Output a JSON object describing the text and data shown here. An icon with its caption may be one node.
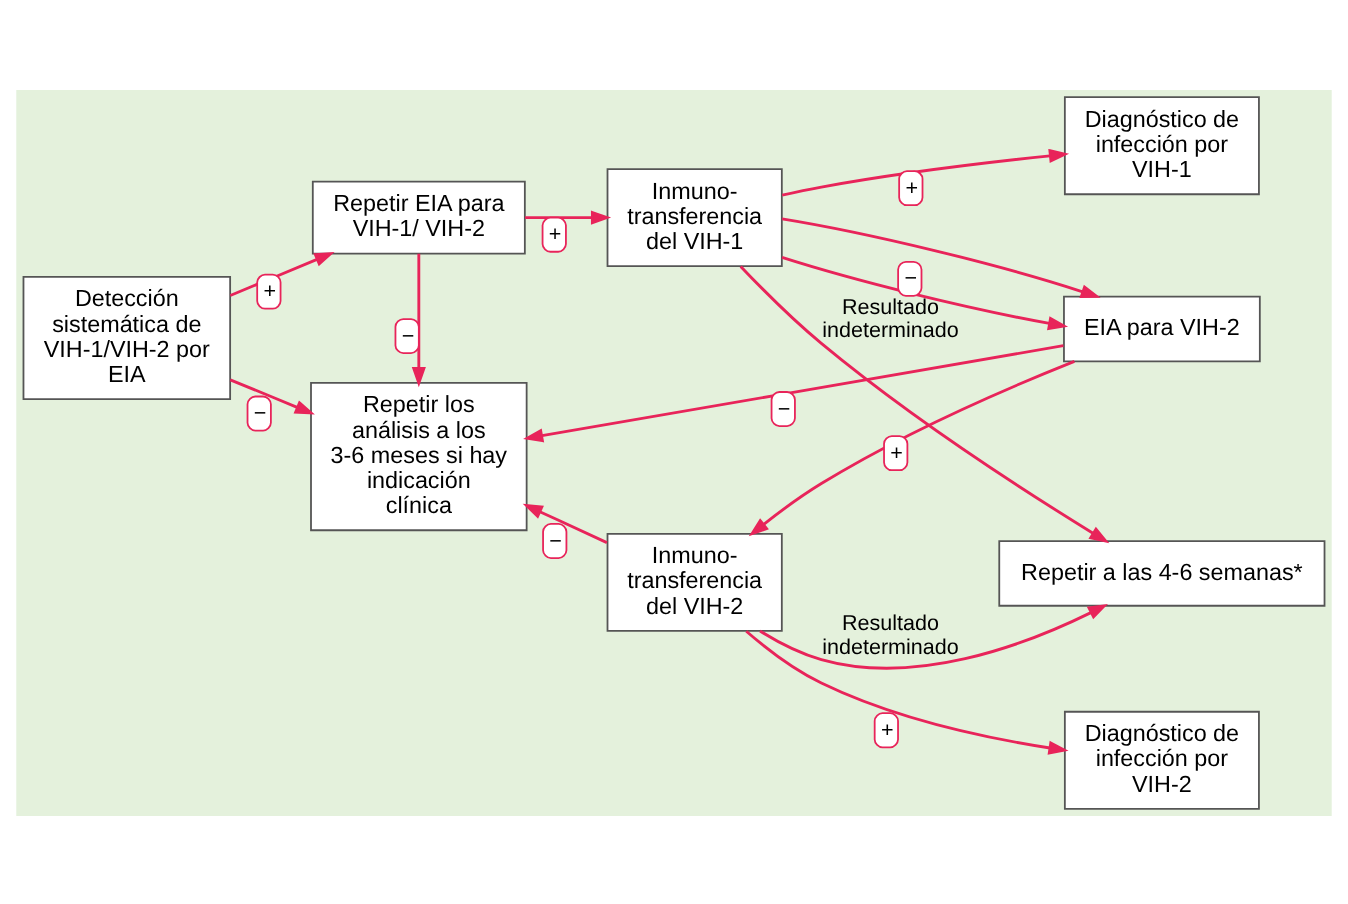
{
  "diagram": {
    "nodes": [
      {
        "text": [
          "Detección sistemática de VIH-1/VIH-2 por EIA"
        ]
      },
      {
        "text": [
          "Repetir EIA para VIH-1/ VIH-2"
        ]
      },
      {
        "text": [
          "Inmuno- transferencia del VIH-1"
        ]
      },
      {
        "text": [
          "Diagnóstico de infección por VIH-1"
        ]
      },
      {
        "text": [
          "EIA para VIH-2"
        ]
      },
      {
        "text": [
          "Repetir a las 4-6 semanas*"
        ]
      },
      {
        "text": [
          "Repetir los análisis a los 3-6 meses si hay indicación clínica"
        ]
      },
      {
        "text": [
          "Inmuno- transferencia del VIH-2"
        ]
      },
      {
        "text": [
          "Diagnóstico de infección por VIH-2"
        ]
      }
    ],
    "edges": [
      {
        "from": 0,
        "to": 1,
        "arrow": "to",
        "label": "+"
      },
      {
        "from": 0,
        "to": 6,
        "arrow": "to",
        "label": "−"
      },
      {
        "from": 1,
        "to": 2,
        "arrow": "to",
        "label": "+"
      },
      {
        "from": 1,
        "to": 6,
        "arrow": "to",
        "label": "−"
      },
      {
        "from": 2,
        "to": 3,
        "arrow": "to",
        "label": "+"
      },
      {
        "from": 2,
        "to": 4,
        "arrow": "to",
        "label": "−"
      },
      {
        "from": 2,
        "to": 4,
        "arrow": "to"
      },
      {
        "from": 2,
        "to": 5,
        "arrow": "to",
        "label": "Resultado indeterminado"
      },
      {
        "from": 4,
        "to": 6,
        "arrow": "to",
        "label": "−"
      },
      {
        "from": 4,
        "to": 7,
        "arrow": "to",
        "label": "+"
      },
      {
        "from": 7,
        "to": 5,
        "arrow": "to",
        "label": "Resultado indeterminado"
      },
      {
        "from": 7,
        "to": 6,
        "arrow": "to",
        "label": "−"
      },
      {
        "from": 7,
        "to": 8,
        "arrow": "to",
        "label": "+"
      }
    ]
  }
}
